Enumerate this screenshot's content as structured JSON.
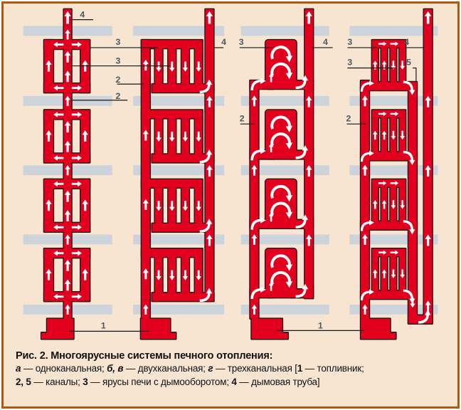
{
  "figure": {
    "callouts": {
      "firebox": "1",
      "channel": "2",
      "tiers": "3",
      "chimney": "4",
      "bypass": "5"
    },
    "caption": {
      "title": "Рис. 2. Многоярусные системы печного отопления:",
      "lines": [
        [
          {
            "t": "а",
            "b": true,
            "i": true
          },
          {
            "t": " — одноканальная; "
          },
          {
            "t": "б, в",
            "b": true,
            "i": true
          },
          {
            "t": " — двухканальная; "
          },
          {
            "t": "г",
            "b": true,
            "i": true
          },
          {
            "t": " — трехканальная ["
          },
          {
            "t": "1",
            "b": true
          },
          {
            "t": " — топливник;"
          }
        ],
        [
          {
            "t": "2, 5",
            "b": true
          },
          {
            "t": " — каналы; "
          },
          {
            "t": "3",
            "b": true
          },
          {
            "t": " — ярусы печи с дымооборотом; "
          },
          {
            "t": "4",
            "b": true
          },
          {
            "t": " — дымовая труба]"
          }
        ]
      ]
    }
  },
  "colors": {
    "brick_red": "#e2001e",
    "slab_gray": "#ccd3db",
    "background": "#f7e5d2",
    "frame_brown": "#ad5c0f",
    "callout": "#4d5a64"
  }
}
